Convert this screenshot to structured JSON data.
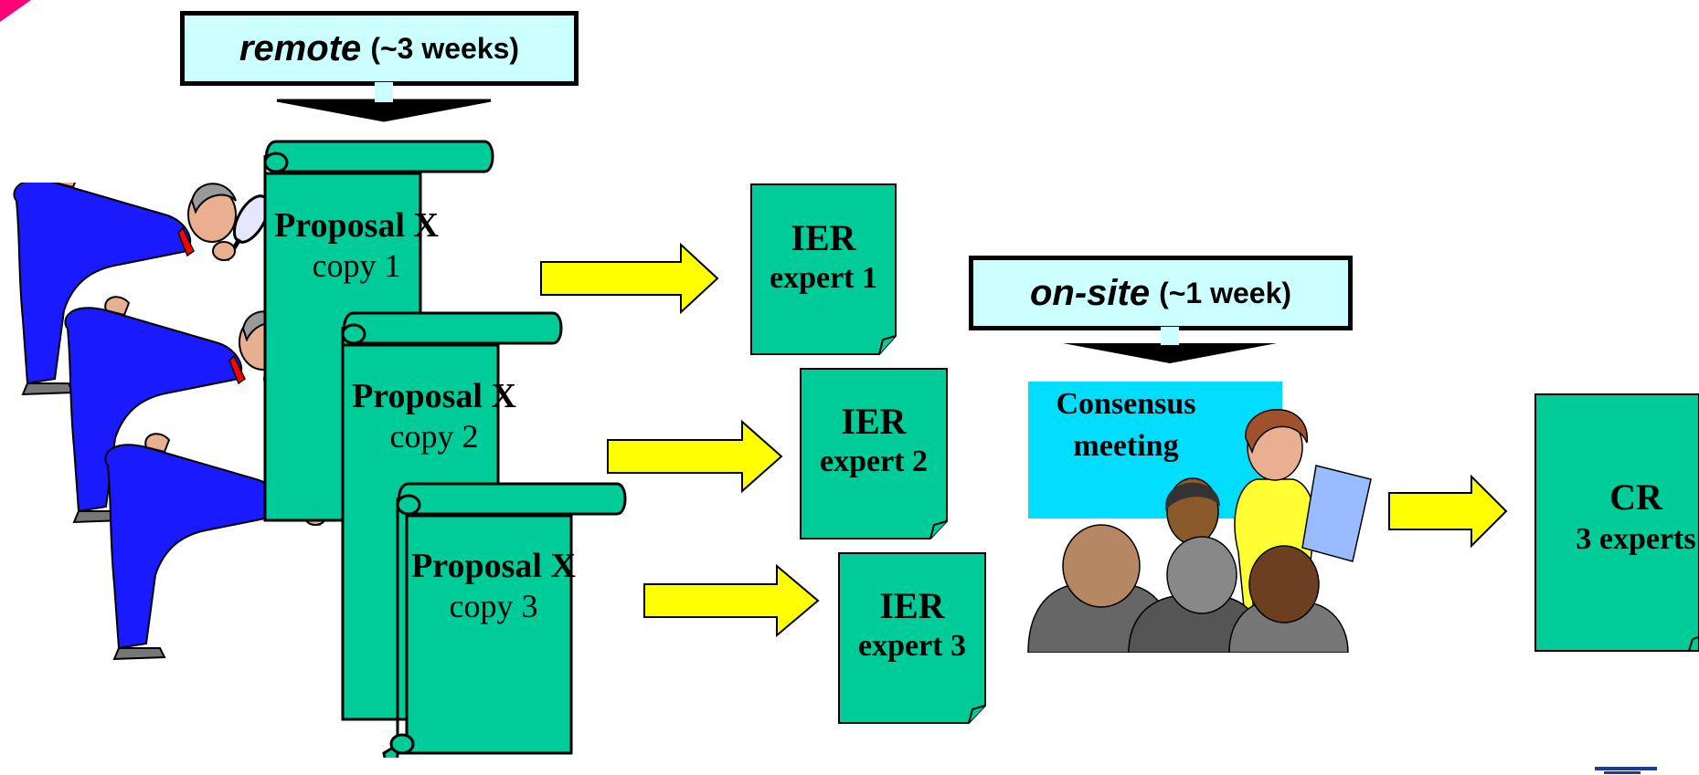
{
  "remote_callout": {
    "emph": "remote",
    "rest": "(~3 weeks)"
  },
  "onsite_callout": {
    "emph": "on-site",
    "rest": "(~1 week)"
  },
  "proposals": [
    {
      "title": "Proposal X",
      "copy": "copy 1"
    },
    {
      "title": "Proposal X",
      "copy": "copy 2"
    },
    {
      "title": "Proposal X",
      "copy": "copy 3"
    }
  ],
  "iers": [
    {
      "line1": "IER",
      "line2": "expert 1"
    },
    {
      "line1": "IER",
      "line2": "expert 2"
    },
    {
      "line1": "IER",
      "line2": "expert 3"
    }
  ],
  "consensus": {
    "line1": "Consensus",
    "line2": "meeting"
  },
  "cr": {
    "line1": "CR",
    "line2": "3 experts"
  },
  "colors": {
    "doc_green": "#00cc99",
    "callout_fill": "#ccffff",
    "arrow_yellow": "#ffff00",
    "meeting_cyan": "#00ddff",
    "reviewer_blue": "#1a1aff",
    "corner_pink": "#ff0077"
  }
}
